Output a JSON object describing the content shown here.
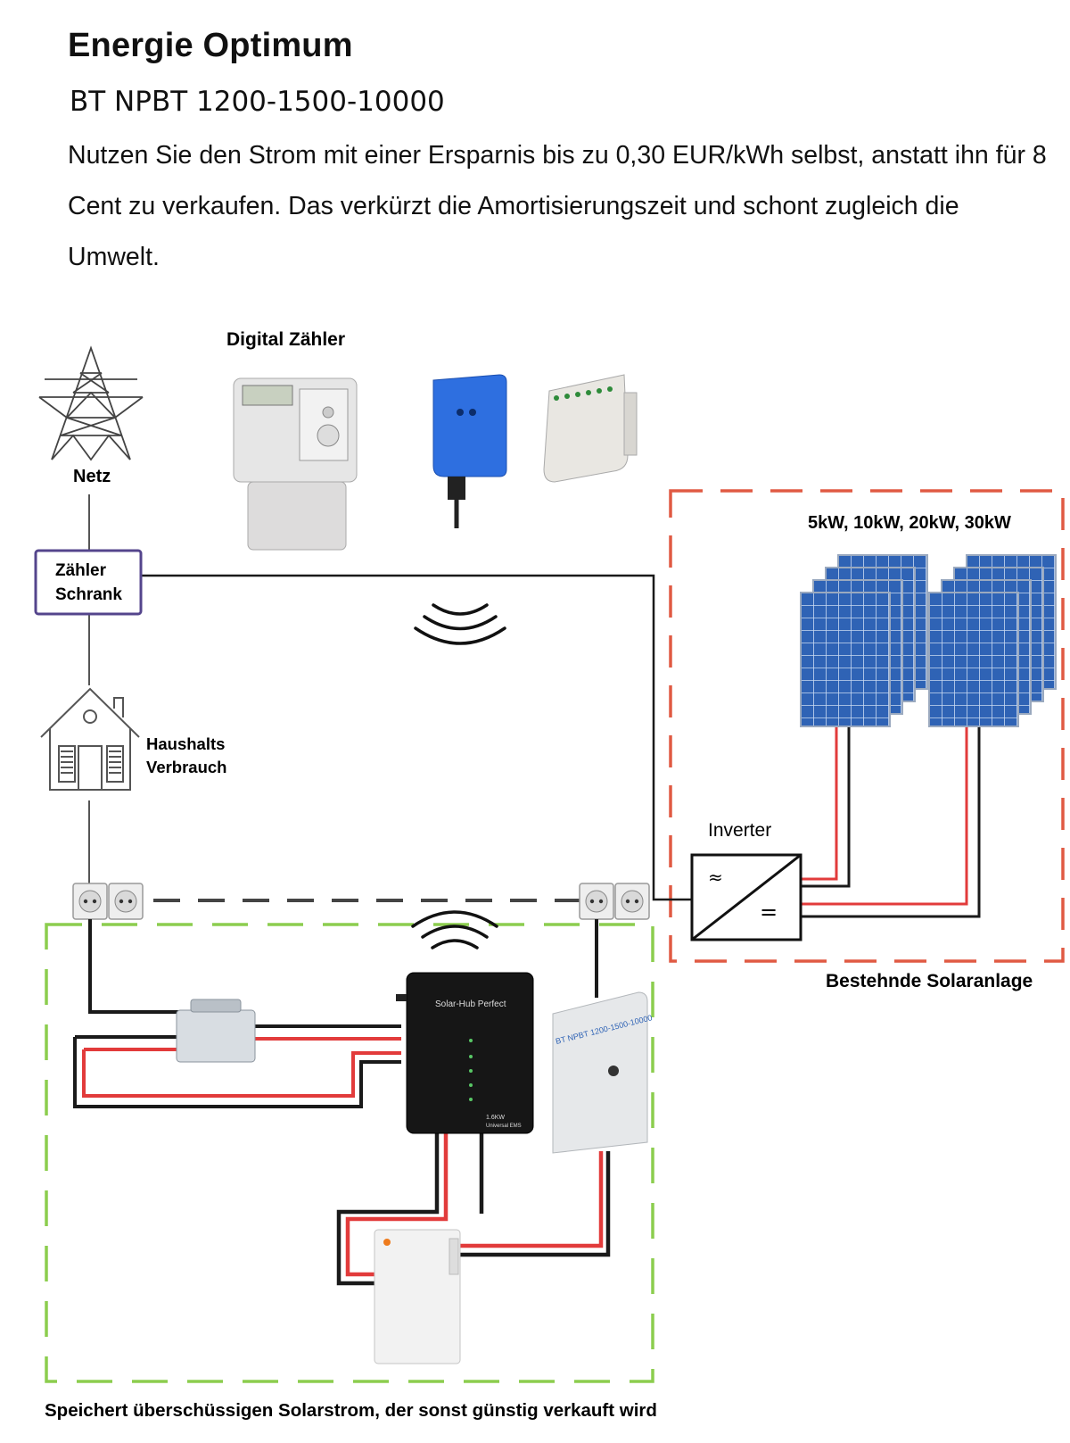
{
  "header": {
    "title": "Energie Optimum",
    "subtitle": "BT NPBT 1200-1500-10000",
    "intro": "Nutzen Sie den Strom mit einer Ersparnis bis zu 0,30 EUR/kWh selbst, anstatt ihn für 8 Cent zu verkaufen. Das verkürzt die Amortisierungszeit und schont zugleich die Umwelt."
  },
  "diagram": {
    "grid_label": "Netz",
    "meter_label": "Digital Zähler",
    "meter_cabinet_line1": "Zähler",
    "meter_cabinet_line2": "Schrank",
    "house_label_line1": "Haushalts",
    "house_label_line2": "Verbrauch",
    "solar_power_options": "5kW, 10kW, 20kW, 30kW",
    "inverter_label": "Inverter",
    "existing_system_label": "Bestehnde Solaranlage",
    "storage_caption": "Speichert überschüssigen Solarstrom, der sonst günstig verkauft wird",
    "hub_brand": "Solar-Hub Perfect",
    "hub_power": "1.6KW",
    "hub_ems": "Universal EMS",
    "ems_box_text": "BT NPBT 1200-1500-10000"
  },
  "colors": {
    "existing_border": "#e05a43",
    "storage_border": "#8ccd4e",
    "cable_red": "#e23b3b",
    "cable_black": "#1a1a1a",
    "panel_blue": "#2f63b5",
    "cabinet_border": "#54458c"
  }
}
